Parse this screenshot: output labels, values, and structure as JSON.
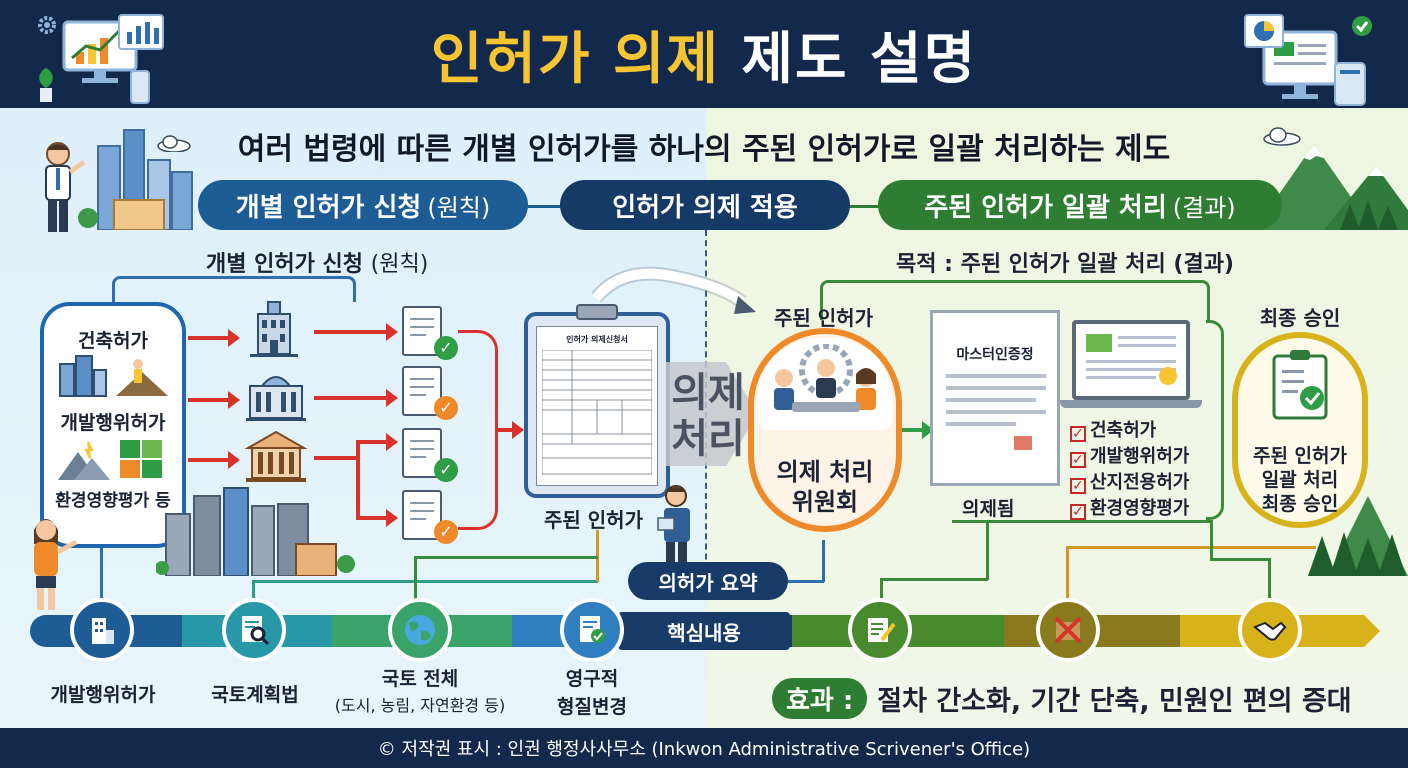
{
  "title_highlight": "인허가 의제",
  "title_rest": "제도 설명",
  "subtitle": "여러 법령에 따른 개별 인허가를 하나의 주된 인허가로 일괄 처리하는 제도",
  "pills": {
    "left": {
      "main": "개별 인허가 신청",
      "paren": "(원칙)"
    },
    "mid": {
      "main": "인허가 의제 적용"
    },
    "right": {
      "main": "주된 인허가 일괄 처리",
      "paren": "(결과)"
    }
  },
  "left_section": {
    "main": "개별 인허가 신청",
    "paren": "(원칙)"
  },
  "right_section": "목적 : 주된 인허가 일괄 처리 (결과)",
  "left_card": [
    "건축허가",
    "개발행위허가",
    "환경영향평가 등"
  ],
  "form_title": "인허가 의제신청서",
  "main_permit_left": "주된 인허가",
  "merge_word": [
    "의제",
    "처리"
  ],
  "main_permit_right": "주된 인허가",
  "committee": [
    "의제 처리",
    "위원회"
  ],
  "certificate": {
    "title": "마스터인증정",
    "caption": "의제됨"
  },
  "checklist": [
    "건축허가",
    "개발행위허가",
    "산지전용허가",
    "환경영향평가"
  ],
  "final": {
    "heading": "최종 승인",
    "lines": [
      "주된 인허가",
      "일괄 처리",
      "최종 승인"
    ]
  },
  "summary_pill": "의허가 요약",
  "core_pill": "핵심내용",
  "band_labels": [
    {
      "line1": "개발행위허가",
      "line2": ""
    },
    {
      "line1": "국토계획법",
      "line2": ""
    },
    {
      "line1": "국토 전체",
      "line2": "(도시, 농림, 자연환경 등)"
    },
    {
      "line1": "영구적",
      "line2": "형질변경"
    }
  ],
  "effect": {
    "badge": "효과 :",
    "text": "절차 간소화, 기간 단축, 민원인 편의 증대"
  },
  "footer": "© 저작권 표시 : 인권 행정사사무소 (Inkwon Administrative Scrivener's Office)",
  "colors": {
    "navy": "#13294b",
    "blue": "#1e5c96",
    "green": "#2e7d32",
    "orange": "#ef8a2a",
    "gold": "#d8b21a",
    "red": "#d8322b",
    "yellow_title": "#f7c531"
  }
}
